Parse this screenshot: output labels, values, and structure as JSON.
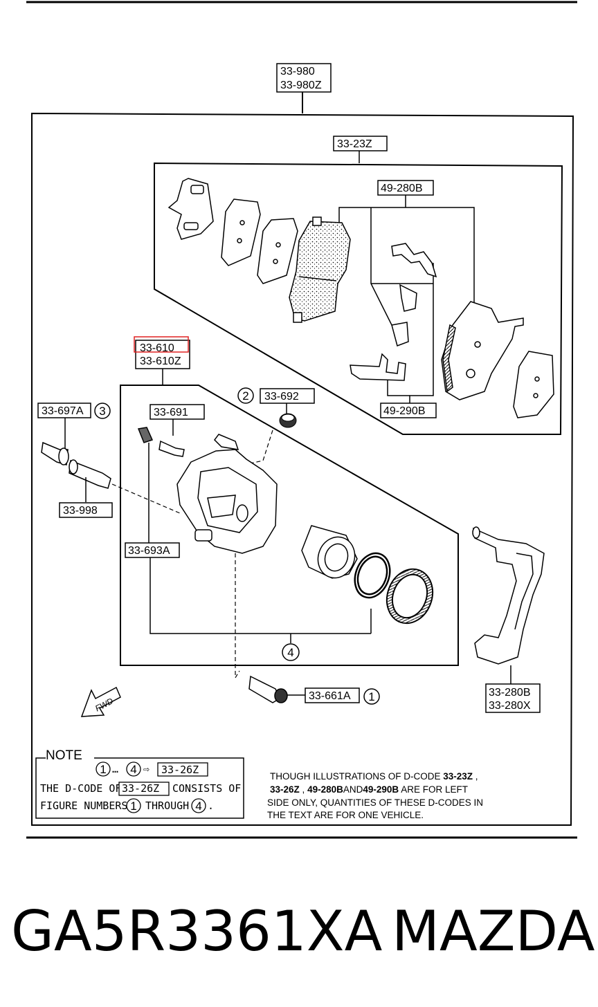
{
  "callouts": {
    "c33980": "33-980",
    "c33980z": "33-980Z",
    "c3323z": "33-23Z",
    "c49280b": "49-280B",
    "c49290b": "49-290B",
    "c33610": "33-610",
    "c33610z": "33-610Z",
    "c33692": "33-692",
    "c33691": "33-691",
    "c33697a": "33-697A",
    "c33998": "33-998",
    "c33693a": "33-693A",
    "c33661a": "33-661A",
    "c33280b": "33-280B",
    "c33280x": "33-280X"
  },
  "figures": {
    "one": "1",
    "two": "2",
    "three": "3",
    "four": "4"
  },
  "fwd": "FWD",
  "note": {
    "title": "NOTE",
    "range_sep": "…",
    "arrow": "⇨",
    "code": "33-26Z",
    "line2_a": "THE D-CODE OF",
    "line2_code": "33-26Z",
    "line2_b": "CONSISTS OF",
    "line3_a": "FIGURE NUMBERS",
    "line3_b": "THROUGH",
    "period": "."
  },
  "disclaimer": {
    "l1_a": "THOUGH ILLUSTRATIONS OF D-CODE ",
    "l1_b": "33-23Z",
    "l1_c": " ,",
    "l2_a": "33-26Z",
    "l2_b": " ,",
    "l2_c": "49-280B",
    "l2_d": "AND",
    "l2_e": "49-290B",
    "l2_f": "ARE FOR LEFT",
    "l3": "SIDE ONLY, QUANTITIES OF THESE D-CODES IN",
    "l4": "THE TEXT ARE FOR ONE VEHICLE."
  },
  "highlight_color": "#e02020",
  "footer": {
    "part_number": "GA5R3361XA",
    "brand": "MAZDA"
  }
}
